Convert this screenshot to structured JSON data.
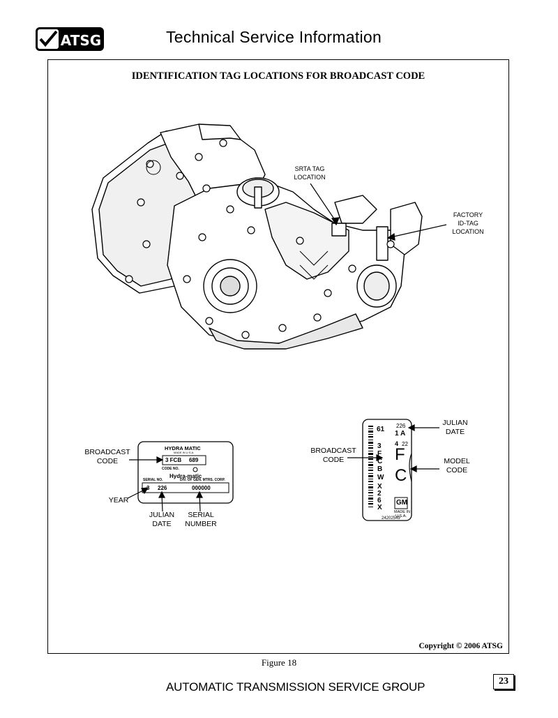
{
  "header": {
    "logo_text": "ATSG",
    "title": "Technical Service Information"
  },
  "figure": {
    "title": "IDENTIFICATION TAG LOCATIONS FOR BROADCAST CODE",
    "copyright": "Copyright © 2006 ATSG",
    "caption": "Figure 18"
  },
  "transmission_callouts": {
    "srta_tag": [
      "SRTA TAG",
      "LOCATION"
    ],
    "factory_tag": [
      "FACTORY",
      "ID-TAG",
      "LOCATION"
    ]
  },
  "srta_tag_detail": {
    "header": "HYDRA MATIC",
    "made_in": "MADE IN U.S.A.",
    "broadcast_code": "3 FCB",
    "code_value": "689",
    "code_no_label": "CODE NO.",
    "brand": "Hydra-matic",
    "serial_label": "SERIAL NO.",
    "div_label": "DIV. OF GEN. MTRS. CORP.",
    "year": "3",
    "julian": "226",
    "serial": "000000",
    "callouts": {
      "broadcast": [
        "BROADCAST",
        "CODE"
      ],
      "year": "YEAR",
      "julian": [
        "JULIAN",
        "DATE"
      ],
      "serial": [
        "SERIAL",
        "NUMBER"
      ]
    }
  },
  "factory_tag_detail": {
    "vertical_top": "61",
    "julian": "226",
    "code_1a": "1 A",
    "num4": "4",
    "num22": "22",
    "broadcast_vertical": "3FCB",
    "w": "W",
    "bottom_vertical": "X26X",
    "model_f": "F",
    "model_c": "C",
    "gm": "GM",
    "made_in_1": "MADE IN",
    "made_in_2": "U.S.A.",
    "part_number": "24202549",
    "callouts": {
      "julian": [
        "JULIAN",
        "DATE"
      ],
      "broadcast": [
        "BROADCAST",
        "CODE"
      ],
      "model": [
        "MODEL",
        "CODE"
      ]
    }
  },
  "footer": {
    "org": "AUTOMATIC TRANSMISSION SERVICE GROUP",
    "page_number": "23"
  }
}
